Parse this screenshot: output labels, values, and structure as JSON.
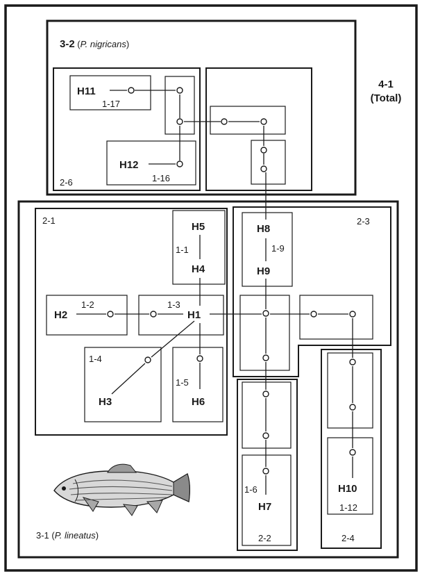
{
  "haplotypes": {
    "h1": "H1",
    "h2": "H2",
    "h3": "H3",
    "h4": "H4",
    "h5": "H5",
    "h6": "H6",
    "h7": "H7",
    "h8": "H8",
    "h9": "H9",
    "h10": "H10",
    "h11": "H11",
    "h12": "H12"
  },
  "one_step_clades": {
    "c1_1": "1-1",
    "c1_2": "1-2",
    "c1_3": "1-3",
    "c1_4": "1-4",
    "c1_5": "1-5",
    "c1_6": "1-6",
    "c1_9": "1-9",
    "c1_12": "1-12",
    "c1_16": "1-16",
    "c1_17": "1-17"
  },
  "two_step_clades": {
    "c2_1": "2-1",
    "c2_2": "2-2",
    "c2_3": "2-3",
    "c2_4": "2-4",
    "c2_6": "2-6"
  },
  "three_step_clades": {
    "c3_1_id": "3-1",
    "c3_1_species": "P. lineatus",
    "c3_2_id": "3-2",
    "c3_2_species": "P. nigricans"
  },
  "four_step_clade": {
    "id": "4-1",
    "label": "(Total)"
  },
  "missing_haplotype_symbol": "o",
  "illustration": "fish"
}
